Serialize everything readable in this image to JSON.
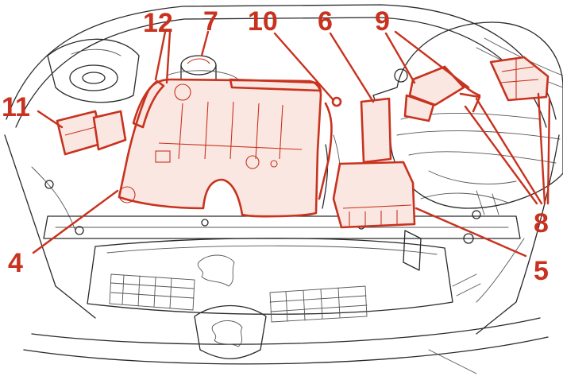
{
  "colors": {
    "highlight": "#c8321e",
    "highlight_fill": "#fbe7e2",
    "line": "#2a2a2a",
    "background": "#ffffff"
  },
  "labels": {
    "l4": "4",
    "l5": "5",
    "l6": "6",
    "l7": "7",
    "l8": "8",
    "l9": "9",
    "l10": "10",
    "l11": "11",
    "l12": "12"
  }
}
